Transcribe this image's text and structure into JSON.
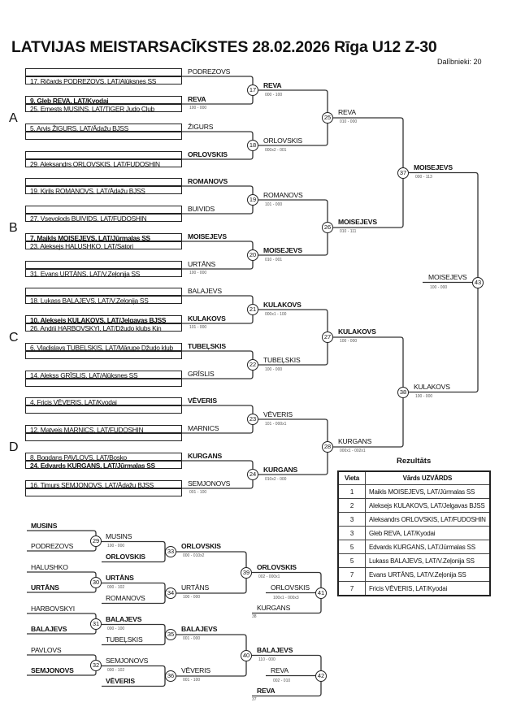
{
  "header": {
    "title": "LATVIJAS MEISTARSACĪKSTES  28.02.2026  Rīga   U12 Z-30",
    "participants": "Dalībnieki: 20"
  },
  "pools": [
    {
      "letter": "A",
      "entries": [
        "",
        "17. Ričards PODREZOVS, LAT/Alūksnes SS",
        "9. Gleb REVA, LAT/Kyodai",
        "25. Ernests MUSINS, LAT/TIGER Judo Club",
        "5. Arvis ŽIGURS, LAT/Ādažu BJSS",
        "",
        "",
        "29. Aleksandrs ORLOVSKIS, LAT/FUDOSHIN"
      ]
    },
    {
      "letter": "B",
      "entries": [
        "",
        "19. Kirils ROMANOVS, LAT/Ādažu BJSS",
        "",
        "27. Vsevolods BUIVIDS, LAT/FUDOSHIN",
        "7. Maikls MOISEJEVS, LAT/Jūrmalas SS",
        "23. Aleksejs HALUSHKO, LAT/Satori",
        "",
        "31. Evans URTĀNS, LAT/V.Zeļonija SS"
      ]
    },
    {
      "letter": "C",
      "entries": [
        "",
        "18. Lukass BALAJEVS, LAT/V.Zeļonija SS",
        "10. Aleksejs KULAKOVS, LAT/Jelgavas BJSS",
        "26. Andrii HARBOVSKYI, LAT/Džudo klubs Kin",
        "6. Vladislavs TUBEĻSKIS, LAT/Mārupe Džudo klub",
        "",
        "14. Alekss GRĪSLIS, LAT/Alūksnes SS",
        ""
      ]
    },
    {
      "letter": "D",
      "entries": [
        "4. Fricis VĒVERIS, LAT/Kyodai",
        "",
        "12. Matvejs MARNICS, LAT/FUDOSHIN",
        "",
        "8. Bogdans PAVLOVS, LAT/Bosko",
        "24. Edvards KURGANS, LAT/Jūrmalas SS",
        "16. Timurs SEMJONOVS, LAT/Ādažu BJSS",
        ""
      ]
    }
  ],
  "round1": [
    {
      "top": "PODREZOVS",
      "bottom": "REVA",
      "winner": "bottom",
      "score": "100 - 000"
    },
    {
      "top": "ŽIGURS",
      "bottom": "ORLOVSKIS",
      "winner": "bottom",
      "score": ""
    },
    {
      "top": "ROMANOVS",
      "bottom": "BUIVIDS",
      "winner": "top",
      "score": ""
    },
    {
      "top": "MOISEJEVS",
      "bottom": "URTĀNS",
      "winner": "top",
      "score": "100 - 000"
    },
    {
      "top": "BALAJEVS",
      "bottom": "KULAKOVS",
      "winner": "bottom",
      "score": "101 - 000"
    },
    {
      "top": "TUBEĻSKIS",
      "bottom": "GRĪSLIS",
      "winner": "top",
      "score": ""
    },
    {
      "top": "VĒVERIS",
      "bottom": "MARNICS",
      "winner": "top",
      "score": ""
    },
    {
      "top": "KURGANS",
      "bottom": "SEMJONOVS",
      "winner": "top",
      "score": "001 - 100"
    }
  ],
  "matches": {
    "m17": {
      "num": "17",
      "name": "REVA",
      "score": "000 - 100",
      "bold": true
    },
    "m18": {
      "num": "18",
      "name": "ORLOVSKIS",
      "score": "000x2 - 001",
      "bold": false
    },
    "m19": {
      "num": "19",
      "name": "ROMANOVS",
      "score": "101 - 000",
      "bold": false
    },
    "m20": {
      "num": "20",
      "name": "MOISEJEVS",
      "score": "010 - 001",
      "bold": true
    },
    "m21": {
      "num": "21",
      "name": "KULAKOVS",
      "score": "000x1 - 100",
      "bold": true
    },
    "m22": {
      "num": "22",
      "name": "TUBEĻSKIS",
      "score": "100 - 000",
      "bold": false
    },
    "m23": {
      "num": "23",
      "name": "VĒVERIS",
      "score": "101 - 000x1",
      "bold": false
    },
    "m24": {
      "num": "24",
      "name": "KURGANS",
      "score": "010x2 - 000",
      "bold": true
    },
    "m25": {
      "num": "25",
      "name": "REVA",
      "score": "010 - 000",
      "bold": false
    },
    "m26": {
      "num": "26",
      "name": "MOISEJEVS",
      "score": "010 - 111",
      "bold": true
    },
    "m27": {
      "num": "27",
      "name": "KULAKOVS",
      "score": "100 - 000",
      "bold": true
    },
    "m28": {
      "num": "28",
      "name": "KURGANS",
      "score": "000x1 - 002x1",
      "bold": false
    },
    "m37": {
      "num": "37",
      "name": "MOISEJEVS",
      "score": "000 - 113",
      "bold": true
    },
    "m38": {
      "num": "38",
      "name": "KULAKOVS",
      "score": "100 - 000",
      "bold": false
    },
    "m43": {
      "num": "43",
      "name": "MOISEJEVS",
      "score": "100 - 000",
      "bold": false
    }
  },
  "repechage": {
    "r29": {
      "num": "29",
      "top": "MUSINS",
      "bottom": "PODREZOVS",
      "top_bold": true,
      "bottom_bold": false,
      "winner": "MUSINS",
      "winner_bold": false,
      "score": "100 - 000"
    },
    "r30": {
      "num": "30",
      "top": "HALUSHKO",
      "bottom": "URTĀNS",
      "top_bold": false,
      "bottom_bold": true,
      "winner": "URTĀNS",
      "winner_bold": true,
      "score": "000 - 102"
    },
    "r31": {
      "num": "31",
      "top": "HARBOVSKYI",
      "bottom": "BALAJEVS",
      "top_bold": false,
      "bottom_bold": true,
      "winner": "BALAJEVS",
      "winner_bold": true,
      "score": "000 - 100"
    },
    "r32": {
      "num": "32",
      "top": "PAVLOVS",
      "bottom": "SEMJONOVS",
      "top_bold": false,
      "bottom_bold": true,
      "winner": "SEMJONOVS",
      "winner_bold": false,
      "score": "000 - 102"
    },
    "r33": {
      "num": "33",
      "other": "ORLOVSKIS",
      "other_bold": true,
      "winner": "ORLOVSKIS",
      "score": "000 - 010x2"
    },
    "r34": {
      "num": "34",
      "other": "ROMANOVS",
      "other_bold": false,
      "winner": "URTĀNS",
      "score": "100 - 000"
    },
    "r35": {
      "num": "35",
      "other": "TUBEĻSKIS",
      "other_bold": false,
      "winner": "BALAJEVS",
      "score": "001 - 000"
    },
    "r36": {
      "num": "36",
      "other": "VĒVERIS",
      "other_bold": true,
      "winner": "VĒVERIS",
      "score": "001 - 100"
    },
    "r39": {
      "num": "39",
      "winner": "ORLOVSKIS",
      "score": "002 - 000x1"
    },
    "r40": {
      "num": "40",
      "winner": "BALAJEVS",
      "score": "110 - 000"
    },
    "r41": {
      "num": "41",
      "winner": "ORLOVSKIS",
      "score": "100x1 - 000x3",
      "feed": "KURGANS",
      "feed_ref": "38"
    },
    "r42": {
      "num": "42",
      "winner": "REVA",
      "score": "002 - 010",
      "feed": "REVA",
      "feed_ref": "37"
    }
  },
  "results": {
    "title": "Rezultāts",
    "headers": [
      "Vieta",
      "Vārds UZVĀRDS"
    ],
    "rows": [
      {
        "place": "1",
        "name": "Maikls MOISEJEVS, LAT/Jūrmalas SS"
      },
      {
        "place": "2",
        "name": "Aleksejs KULAKOVS, LAT/Jelgavas BJSS"
      },
      {
        "place": "3",
        "name": "Aleksandrs ORLOVSKIS, LAT/FUDOSHIN"
      },
      {
        "place": "3",
        "name": "Gleb REVA, LAT/Kyodai"
      },
      {
        "place": "5",
        "name": "Edvards KURGANS, LAT/Jūrmalas SS"
      },
      {
        "place": "5",
        "name": "Lukass BALAJEVS, LAT/V.Zeļonija SS"
      },
      {
        "place": "7",
        "name": "Evans URTĀNS, LAT/V.Zeļonija SS"
      },
      {
        "place": "7",
        "name": "Fricis VĒVERIS, LAT/Kyodai"
      }
    ]
  }
}
